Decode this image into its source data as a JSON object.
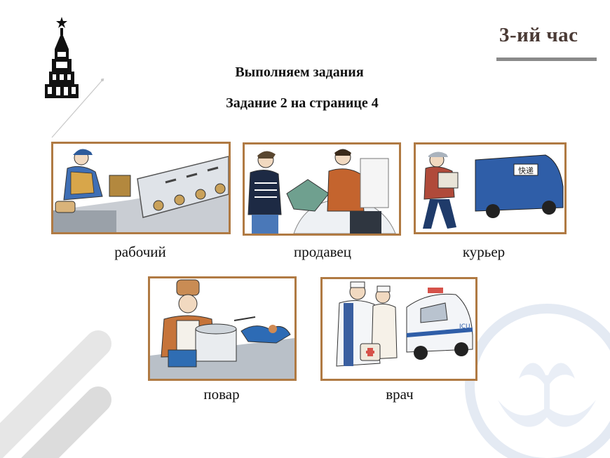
{
  "header": {
    "hour_title": "3-ий час"
  },
  "headings": {
    "line1": "Выполняем задания",
    "line2": "Задание 2 на странице 4"
  },
  "cards": [
    {
      "label": "рабочий",
      "icon": "factory-worker-illustration"
    },
    {
      "label": "продавец",
      "icon": "salesman-illustration"
    },
    {
      "label": "курьер",
      "icon": "courier-illustration"
    },
    {
      "label": "повар",
      "icon": "cook-illustration"
    },
    {
      "label": "врач",
      "icon": "doctor-illustration",
      "van_text": "ICU"
    }
  ],
  "van_sign": "快递",
  "colors": {
    "card_border": "#b07a43",
    "title": "#4a3a35",
    "underline": "#8a8a8a",
    "worker_blue": "#3f6fb5"
  }
}
